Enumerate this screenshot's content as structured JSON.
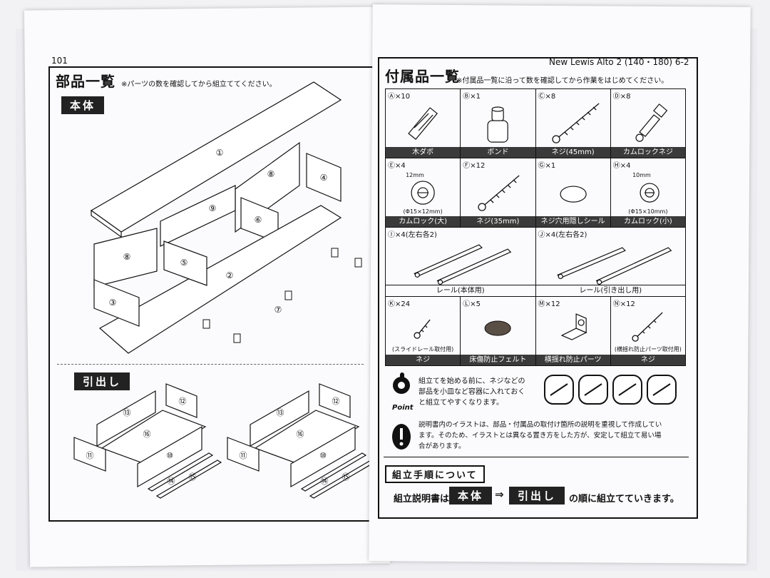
{
  "left_page": {
    "page_number": "101",
    "title": "部品一覧",
    "note": "※パーツの数を確認してから組立ててください。",
    "body_tag": "本体",
    "drawer_tag": "引出し",
    "body_parts": [
      "①",
      "②",
      "③",
      "④",
      "⑤",
      "⑥",
      "⑦",
      "⑧",
      "⑨"
    ],
    "drawer_parts": [
      "⑩",
      "⑪",
      "⑫",
      "⑬",
      "⑭",
      "⑮",
      "⑯"
    ]
  },
  "right_page": {
    "header": "New Lewis Alto 2 (140・180) 6-2",
    "title": "付属品一覧",
    "note": "※付属品一覧に沿って数を確認してから作業をはじめてください。",
    "parts": [
      {
        "code": "Ⓐ×10",
        "name": "木ダボ",
        "icon": "dowel-icon"
      },
      {
        "code": "Ⓑ×1",
        "name": "ボンド",
        "icon": "glue-bottle-icon"
      },
      {
        "code": "Ⓒ×8",
        "name": "ネジ(45mm)",
        "icon": "screw-icon"
      },
      {
        "code": "Ⓓ×8",
        "name": "カムロックネジ",
        "icon": "camlock-screw-icon"
      },
      {
        "code": "Ⓔ×4",
        "name": "カムロック(大)",
        "sub": "(Φ15×12mm)",
        "dim": "12mm",
        "icon": "camlock-icon"
      },
      {
        "code": "Ⓕ×12",
        "name": "ネジ(35mm)",
        "icon": "screw-icon"
      },
      {
        "code": "Ⓖ×1",
        "name": "ネジ穴用隠しシール",
        "icon": "seal-icon"
      },
      {
        "code": "Ⓗ×4",
        "name": "カムロック(小)",
        "sub": "(Φ15×10mm)",
        "dim": "10mm",
        "icon": "camlock-icon"
      },
      {
        "code": "Ⓘ×4(左右各2)",
        "name": "レール(本体用)",
        "icon": "rail-icon"
      },
      {
        "code": "Ⓙ×4(左右各2)",
        "name": "レール(引き出し用)",
        "icon": "rail-icon"
      },
      {
        "code": "Ⓚ×24",
        "name": "ネジ",
        "sub": "(スライドレール取付用)",
        "icon": "small-screw-icon"
      },
      {
        "code": "Ⓛ×5",
        "name": "床傷防止フェルト",
        "icon": "felt-icon"
      },
      {
        "code": "Ⓜ×12",
        "name": "横揺れ防止パーツ",
        "icon": "bracket-icon"
      },
      {
        "code": "Ⓝ×12",
        "name": "ネジ",
        "sub": "(横揺れ防止パーツ取付用)",
        "icon": "screw-icon"
      }
    ],
    "point_label": "Point",
    "point_text": [
      "組立てを始める前に、ネジなどの",
      "部品を小皿など容器に入れておく",
      "と組立てやすくなります。"
    ],
    "warning_text": [
      "説明書内のイラストは、部品・付属品の取付け箇所の説明を重視して作成してい",
      "ます。そのため、イラストとは異なる置き方をした方が、安定して組立て易い場",
      "合があります。"
    ],
    "procedure_title": "組立手順について",
    "procedure_prefix": "組立説明書は、",
    "procedure_step1": "本体",
    "procedure_arrow": "⇒",
    "procedure_step2": "引出し",
    "procedure_suffix": "の順に組立てていきます。"
  },
  "colors": {
    "ink": "#111111",
    "label_bg": "#3a3a3a",
    "paper": "#fbfbfd"
  }
}
